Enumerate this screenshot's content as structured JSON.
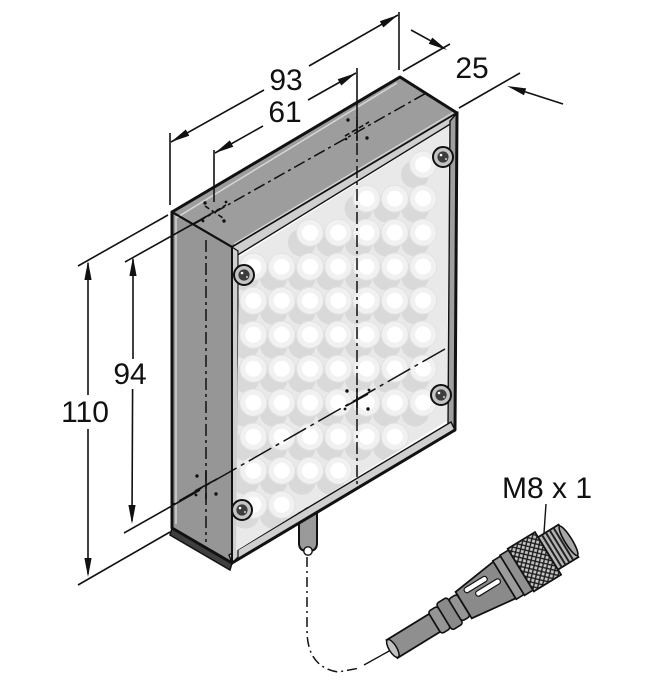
{
  "drawing": {
    "subject": "LED backlight panel dimensional drawing with M8 connector",
    "dims": {
      "overall_width": "93",
      "top_hole_spacing": "61",
      "depth": "25",
      "side_hole_spacing": "94",
      "overall_height": "110"
    },
    "connector": {
      "thread_label": "M8 x 1"
    },
    "led_grid": {
      "columns": 7,
      "rows": 8
    },
    "colors": {
      "line": "#111111",
      "top_face": "#9d9d9d",
      "side_face": "#969696",
      "bottom_edge": "#3f3f3f",
      "frame": "#cfcfcf",
      "right_frame": "#9f9f9f",
      "led_field": "#e9e9e9",
      "led_shadow": "#d9d9d9",
      "led_ring": "#f1f1f1",
      "led_center": "#ffffff",
      "connector_body": "#8f8f8f",
      "knurl_base": "#c6c6c6"
    }
  }
}
